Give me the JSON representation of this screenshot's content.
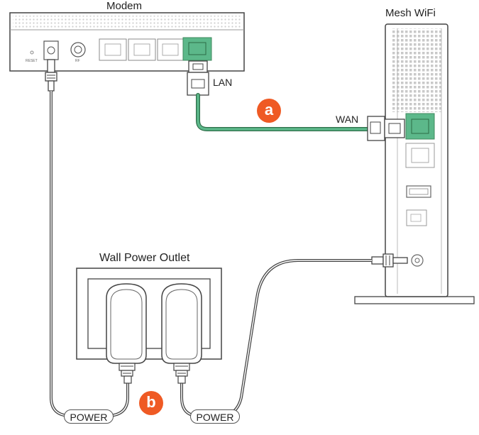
{
  "colors": {
    "accent_orange": "#ef5a24",
    "port_green": "#5cb88a",
    "cable_green": "#3f8a5e",
    "outline": "#444444"
  },
  "modem": {
    "title": "Modem",
    "reset_label": "RESET",
    "rf_label": "RF",
    "lan_label": "LAN"
  },
  "mesh": {
    "title": "Mesh WiFi",
    "wan_label": "WAN"
  },
  "outlet": {
    "title": "Wall Power Outlet"
  },
  "steps": {
    "a": "a",
    "b": "b"
  },
  "power": {
    "left_label": "POWER",
    "right_label": "POWER"
  }
}
